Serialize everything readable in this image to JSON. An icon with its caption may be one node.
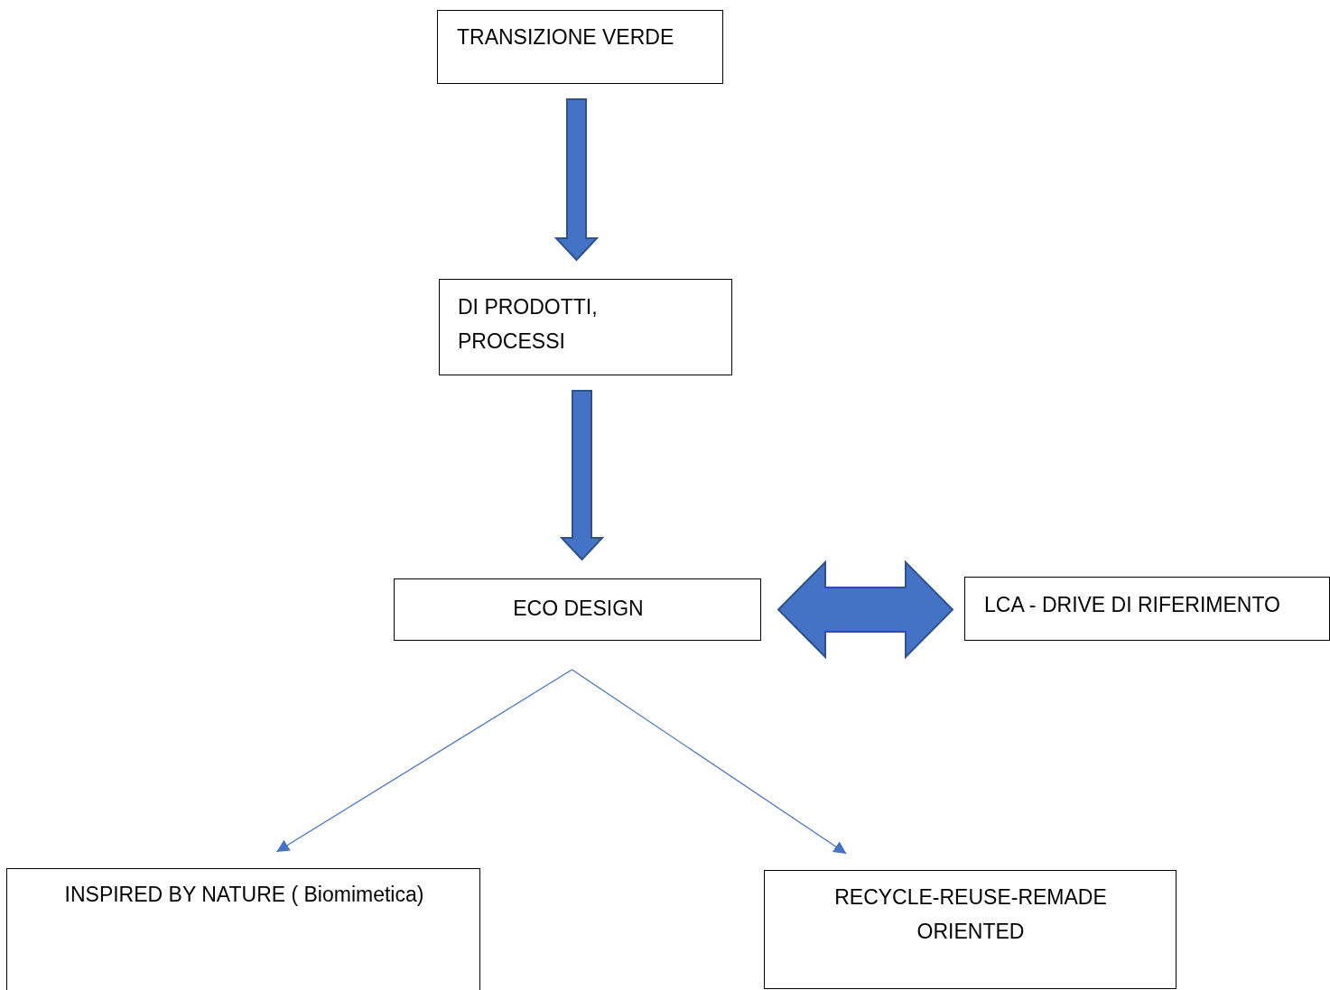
{
  "diagram": {
    "nodes": [
      {
        "text": [
          "TRANSIZIONE VERDE"
        ]
      },
      {
        "text": [
          "DI PRODOTTI, PROCESSI"
        ]
      },
      {
        "text": [
          "ECO DESIGN"
        ]
      },
      {
        "text": [
          "LCA - DRIVE DI RIFERIMENTO"
        ]
      },
      {
        "text": [
          "INSPIRED BY NATURE ( Biomimetica)"
        ]
      },
      {
        "text": [
          "RECYCLE-REUSE-REMADE ORIENTED"
        ]
      }
    ],
    "edges": [
      {
        "from": 0,
        "to": 1,
        "arrow": "to",
        "style": "thick"
      },
      {
        "from": 1,
        "to": 2,
        "arrow": "to",
        "style": "thick"
      },
      {
        "from": 2,
        "to": 3,
        "arrow": "both",
        "style": "thick"
      },
      {
        "from": 2,
        "to": 4,
        "arrow": "to"
      },
      {
        "from": 2,
        "to": 5,
        "arrow": "to"
      }
    ]
  }
}
